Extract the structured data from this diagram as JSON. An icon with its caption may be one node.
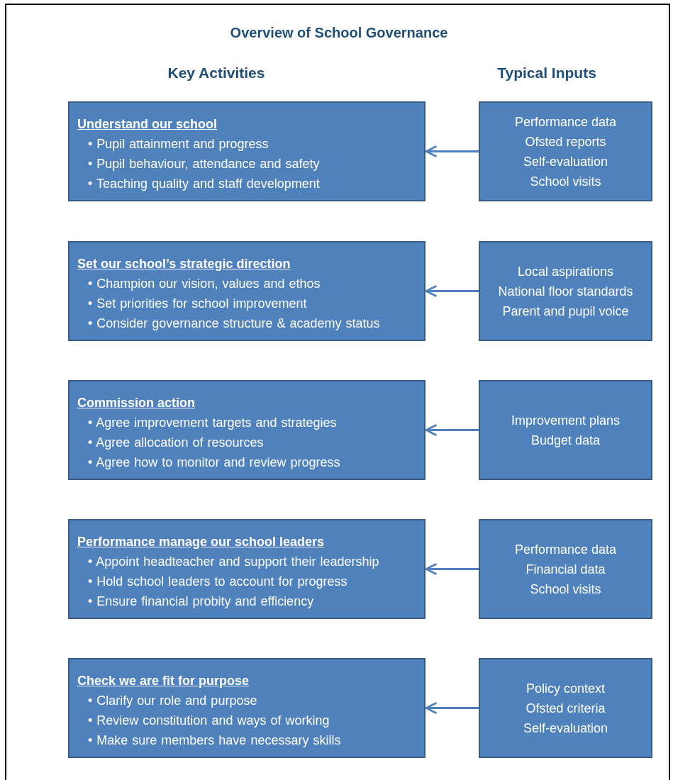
{
  "diagram": {
    "title": "Overview of School Governance",
    "labels": [
      "Key Activities",
      "Typical Inputs"
    ],
    "nodes": [
      {
        "text": [
          "Understand our school",
          "• Pupil attainment and progress",
          "• Pupil behaviour, attendance and safety",
          "• Teaching quality and staff development"
        ]
      },
      {
        "text": [
          "Performance data",
          "Ofsted reports",
          "Self-evaluation",
          "School visits"
        ]
      },
      {
        "text": [
          "Set our school’s strategic direction",
          "• Champion our vision, values and ethos",
          "• Set priorities for school improvement",
          "• Consider governance structure & academy status"
        ]
      },
      {
        "text": [
          "Local aspirations",
          "National floor standards",
          "Parent and pupil voice"
        ]
      },
      {
        "text": [
          "Commission action",
          "• Agree improvement targets and strategies",
          "• Agree allocation of resources",
          "• Agree how to monitor and review progress"
        ]
      },
      {
        "text": [
          "Improvement plans",
          "Budget data"
        ]
      },
      {
        "text": [
          "Performance manage our school leaders",
          "• Appoint headteacher and support their leadership",
          "• Hold school leaders to account for progress",
          "• Ensure financial probity and efficiency"
        ]
      },
      {
        "text": [
          "Performance data",
          "Financial data",
          "School visits"
        ]
      },
      {
        "text": [
          "Check we are fit for purpose",
          "• Clarify our role and purpose",
          "• Review constitution and ways of working",
          "• Make sure members have necessary skills"
        ]
      },
      {
        "text": [
          "Policy context",
          "Ofsted criteria",
          "Self-evaluation"
        ]
      }
    ],
    "edges": [
      {
        "from": 1,
        "to": 0,
        "arrow": "to"
      },
      {
        "from": 3,
        "to": 2,
        "arrow": "to"
      },
      {
        "from": 5,
        "to": 4,
        "arrow": "to"
      },
      {
        "from": 7,
        "to": 6,
        "arrow": "to"
      },
      {
        "from": 9,
        "to": 8,
        "arrow": "to"
      }
    ]
  }
}
